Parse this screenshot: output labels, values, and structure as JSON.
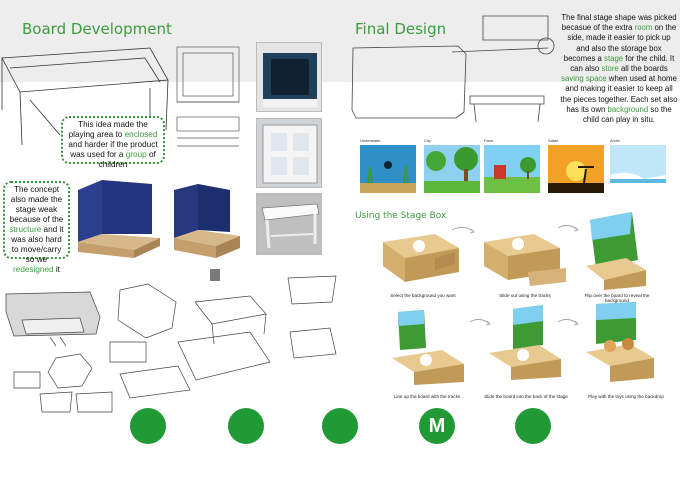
{
  "left": {
    "title": "Board Development",
    "note1": {
      "pre": "This idea made the playing area to ",
      "hl1": "enclosed",
      "mid": " and harder if the product was used for a ",
      "hl2": "group",
      "post": " of children"
    },
    "note2": {
      "pre": "The concept also made the stage weak because of the ",
      "hl1": "structure",
      "mid": " and it was also hard to move/carry so we ",
      "hl2": "redesigned",
      "post": " it"
    }
  },
  "right": {
    "title": "Final Design",
    "desc": {
      "p1": "The final stage shape was picked becasue of the extra ",
      "h1": "room",
      "p2": " on the side, made it easier to pick up and also the storage box becomes a ",
      "h2": "stage",
      "p3": " for the child. It can also ",
      "h3": "store",
      "p4": " all the boards ",
      "h4": "saving space",
      "p5": " when used at home and making it easier to keep all the pieces together. Each set also has its own ",
      "h5": "background",
      "p6": " so the child can play in situ."
    },
    "backgrounds": [
      "Underwater",
      "City",
      "Farm",
      "Safari",
      "Arctic"
    ],
    "subtitle": "Using the Stage Box",
    "steps": [
      "Select the background you want",
      "Slide out using the tracks",
      "Flip over the board to reveal the background",
      "Line up the board with the tracks",
      "Slide the board into the back of the stage",
      "Play with the toys using the backdrop"
    ],
    "logo": "M"
  },
  "colors": {
    "accent": "#3f9b3f",
    "circle": "#1f9a34",
    "band": "#ededed"
  }
}
